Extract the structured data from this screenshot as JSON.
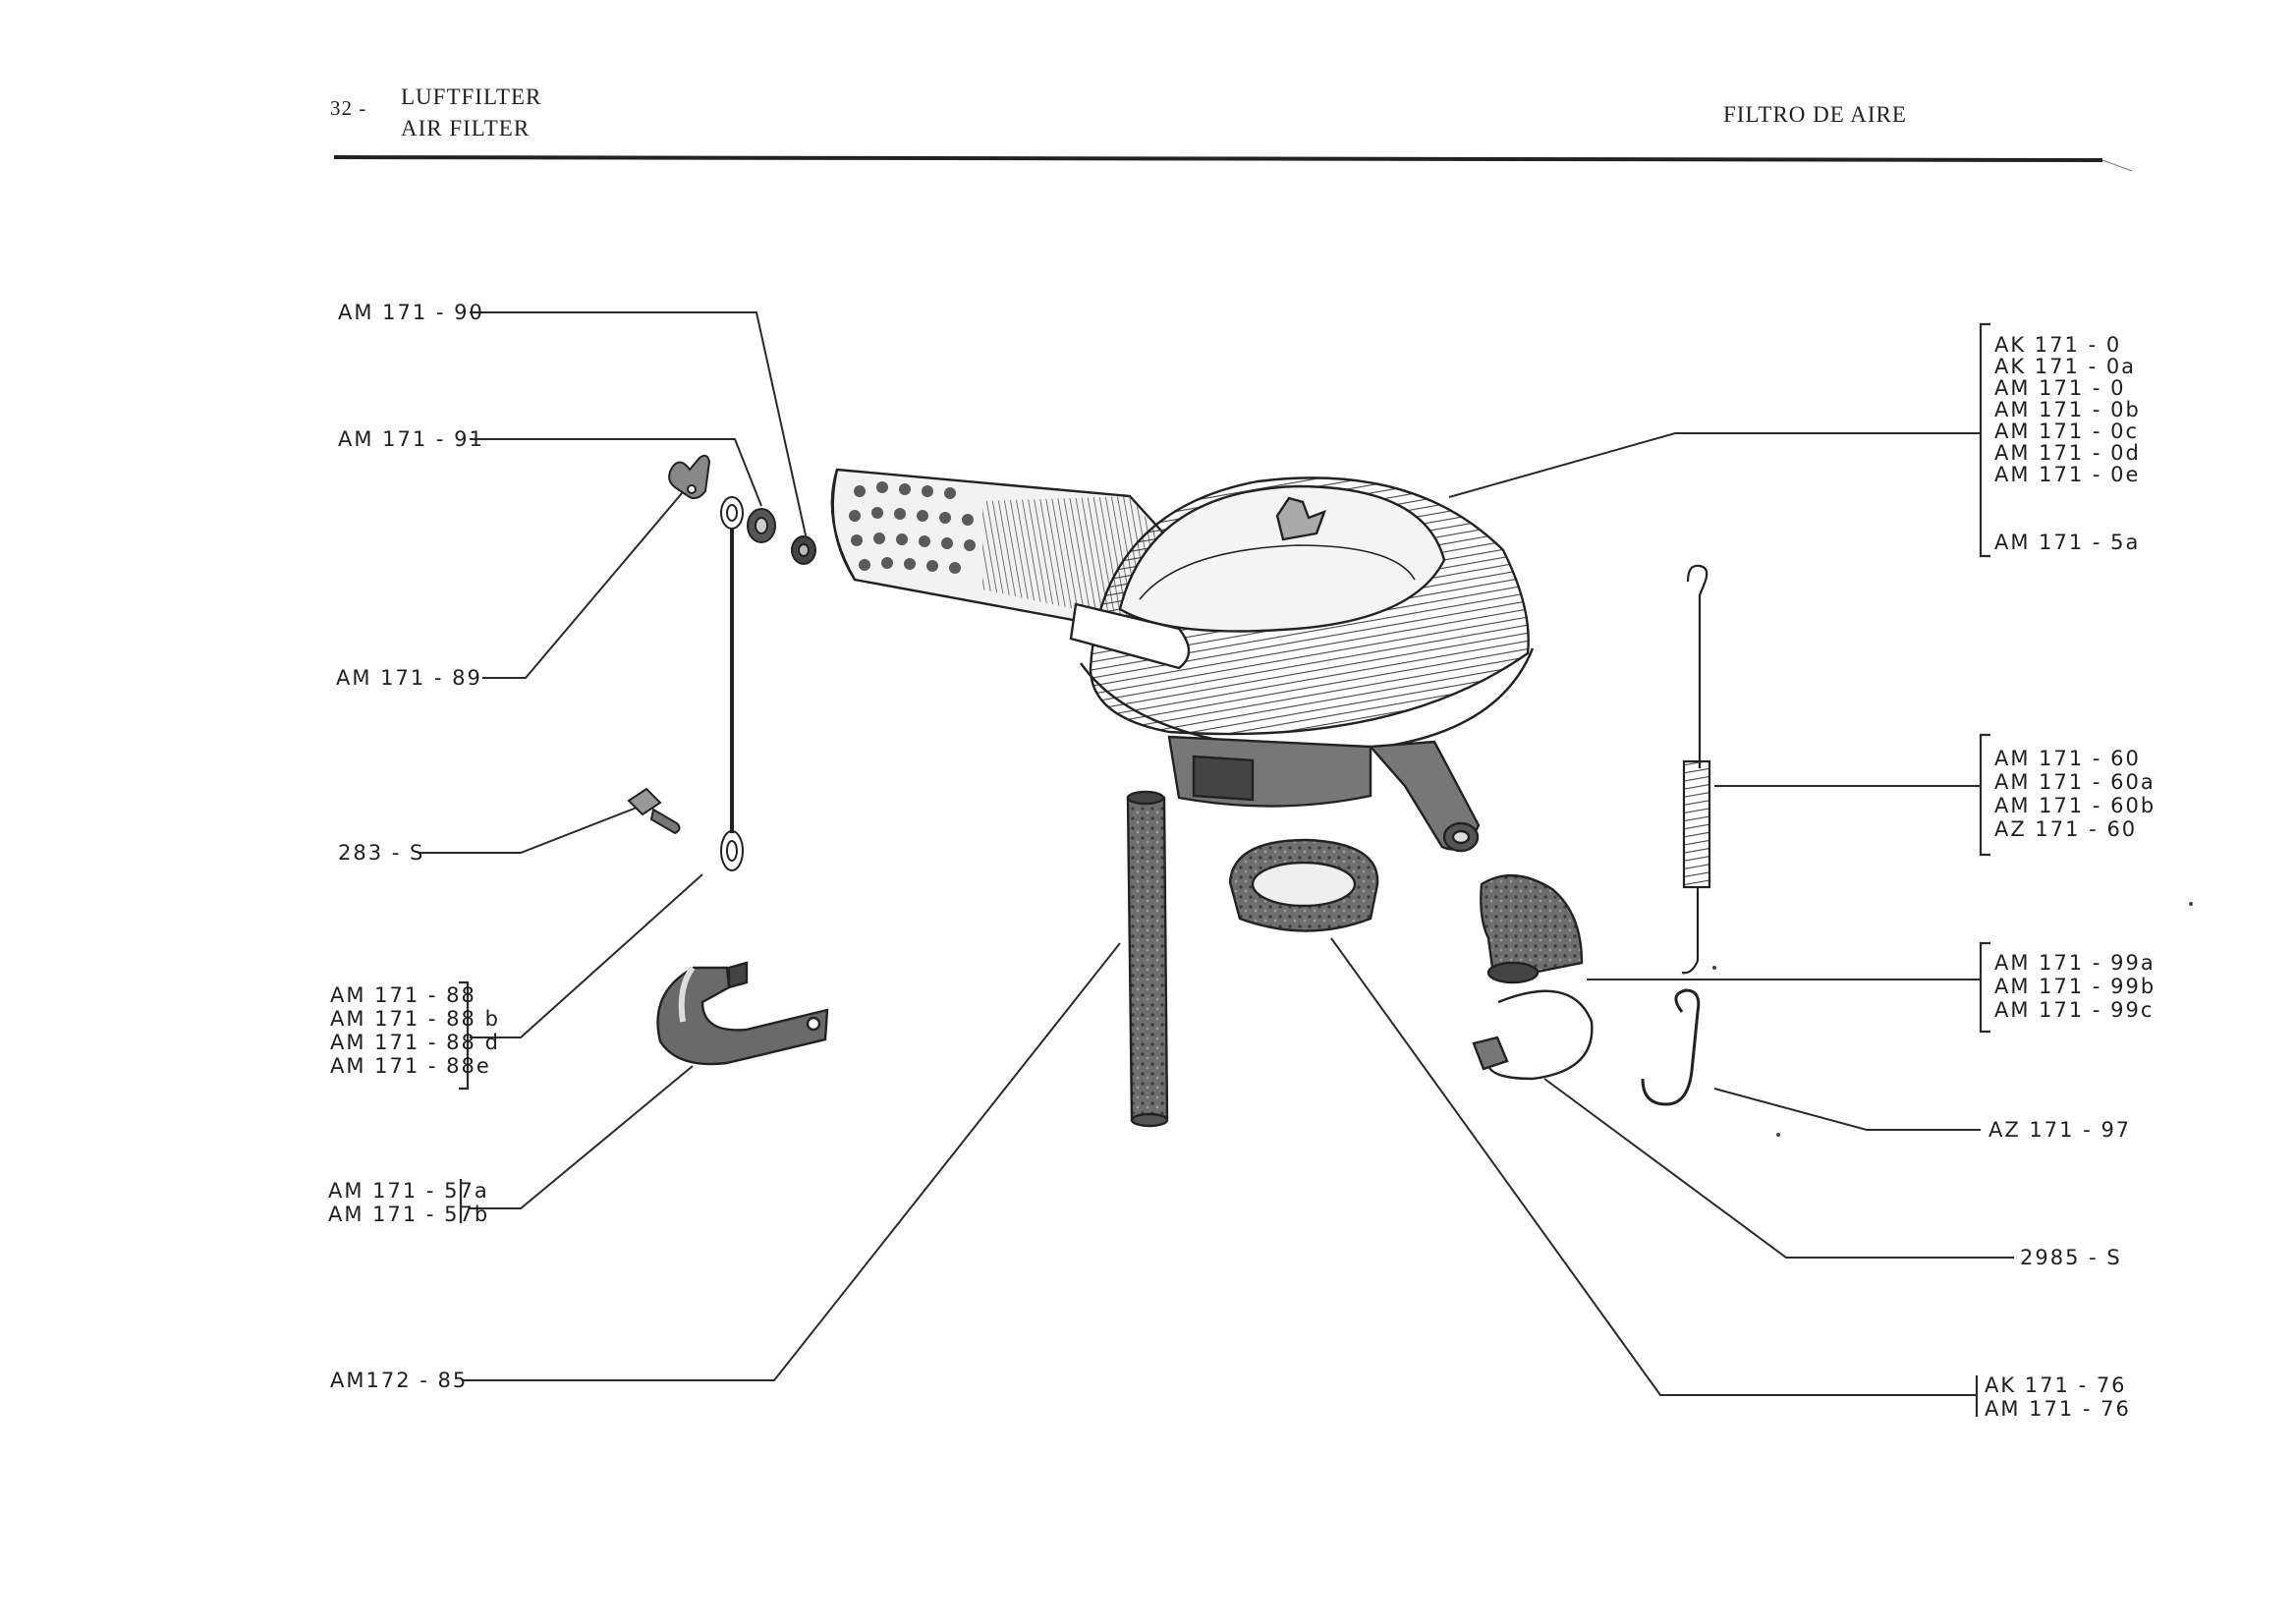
{
  "header": {
    "page_number": "32 -",
    "title_de": "LUFTFILTER",
    "title_en": "AIR FILTER",
    "title_es": "FILTRO DE AIRE"
  },
  "callouts": {
    "am171_90": "AM 171 - 90",
    "am171_91": "AM 171 - 91",
    "am171_89": "AM 171 - 89",
    "s283": "283 - S",
    "group_88": [
      "AM 171 - 88",
      "AM 171 - 88 b",
      "AM 171 - 88 d",
      "AM 171 - 88e"
    ],
    "group_57": [
      "AM 171 - 57a",
      "AM 171 - 57b"
    ],
    "am172_85": "AM172 - 85",
    "group_0": [
      "AK 171 - 0",
      "AK 171 - 0a",
      "AM 171 - 0",
      "AM 171 - 0b",
      "AM 171 - 0c",
      "AM 171 - 0d",
      "AM 171 - 0e"
    ],
    "am171_5a": "AM 171 - 5a",
    "group_60": [
      "AM 171 - 60",
      "AM 171 - 60a",
      "AM 171 - 60b",
      "AZ 171 - 60"
    ],
    "group_99": [
      "AM 171 - 99a",
      "AM 171 - 99b",
      "AM 171 - 99c"
    ],
    "az171_97": "AZ 171 - 97",
    "s2985": "2985 - S",
    "group_76": [
      "AK 171 - 76",
      "AM 171 - 76"
    ]
  }
}
